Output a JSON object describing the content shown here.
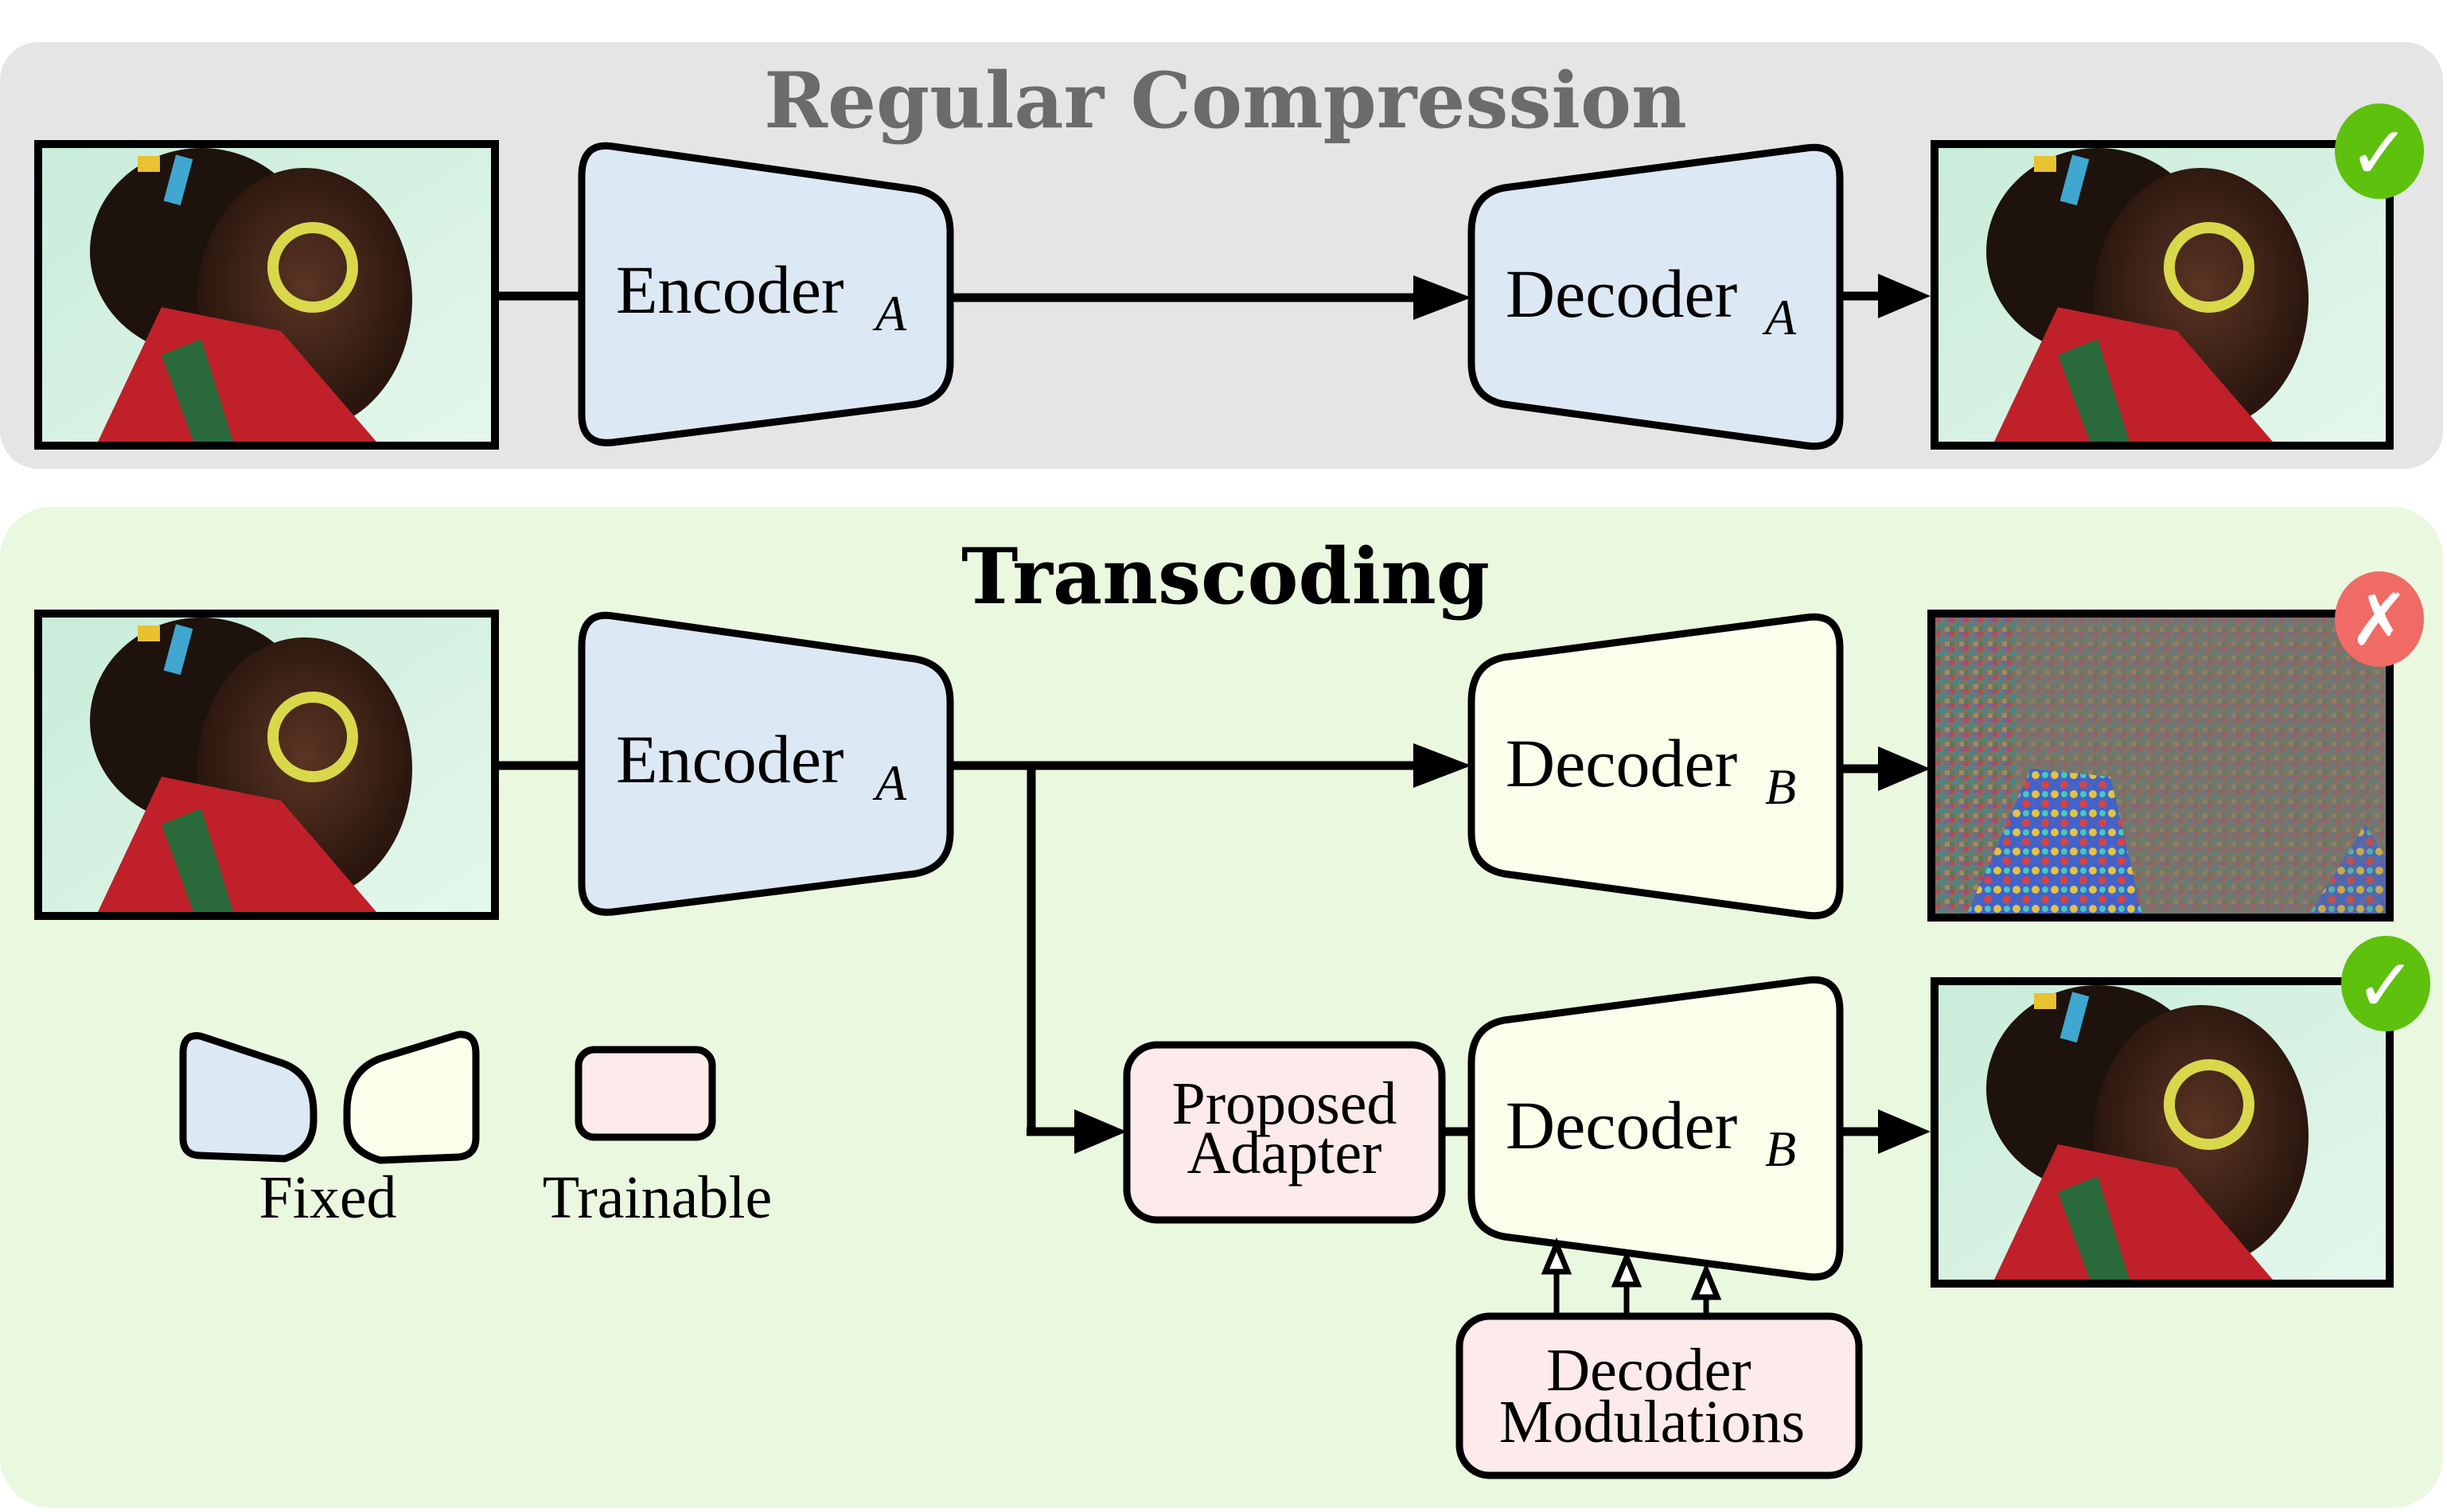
{
  "sections": {
    "regular": {
      "title": "Regular Compression",
      "encoder": {
        "name": "Encoder",
        "subscript": "A"
      },
      "decoder": {
        "name": "Decoder",
        "subscript": "A"
      },
      "result": "success"
    },
    "transcoding": {
      "title": "Transcoding",
      "encoder": {
        "name": "Encoder",
        "subscript": "A"
      },
      "decoder_direct": {
        "name": "Decoder",
        "subscript": "B"
      },
      "decoder_adapted": {
        "name": "Decoder",
        "subscript": "B"
      },
      "adapter": {
        "line1": "Proposed",
        "line2": "Adapter"
      },
      "modulations": {
        "line1": "Decoder",
        "line2": "Modulations"
      },
      "result_direct": "failure",
      "result_adapted": "success"
    }
  },
  "legend": {
    "fixed_label": "Fixed",
    "trainable_label": "Trainable"
  },
  "badges": {
    "check_glyph": "✓",
    "cross_glyph": "✗"
  },
  "colors": {
    "regular_panel": "#e5e5e5",
    "transcoding_panel": "#ebf8e0",
    "fixed_a": "#dce8f4",
    "fixed_b": "#fbfeea",
    "trainable": "#fdeaea",
    "check_badge": "#5ec10d",
    "cross_badge": "#f06b66"
  }
}
